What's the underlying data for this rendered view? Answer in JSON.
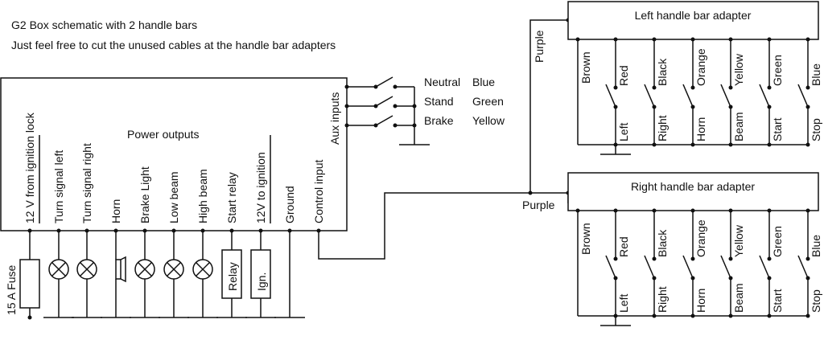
{
  "title": "G2 Box schematic with 2 handle bars",
  "subtitle": "Just feel free to cut the unused cables at the handle bar adapters",
  "box": {
    "power_outputs_label": "Power outputs",
    "aux_inputs_label": "Aux inputs",
    "pins": [
      "12 V from ignition lock",
      "Turn signal left",
      "Turn signal right",
      "Horn",
      "Brake Light",
      "Low beam",
      "High beam",
      "Start relay",
      "12V to ignition",
      "Ground",
      "Control input"
    ]
  },
  "components": {
    "fuse": "15 A Fuse",
    "relay": "Relay",
    "ignition": "Ign."
  },
  "aux": [
    {
      "name": "Neutral",
      "color": "Blue"
    },
    {
      "name": "Stand",
      "color": "Green"
    },
    {
      "name": "Brake",
      "color": "Yellow"
    }
  ],
  "purple_label": "Purple",
  "adapters": [
    {
      "title": "Left handle bar adapter",
      "wires": [
        "Brown",
        "Red",
        "Black",
        "Orange",
        "Yellow",
        "Green",
        "Blue"
      ],
      "switches": [
        "Left",
        "Right",
        "Horn",
        "Beam",
        "Start",
        "Stop"
      ]
    },
    {
      "title": "Right handle bar adapter",
      "wires": [
        "Brown",
        "Red",
        "Black",
        "Orange",
        "Yellow",
        "Green",
        "Blue"
      ],
      "switches": [
        "Left",
        "Right",
        "Horn",
        "Beam",
        "Start",
        "Stop"
      ]
    }
  ]
}
